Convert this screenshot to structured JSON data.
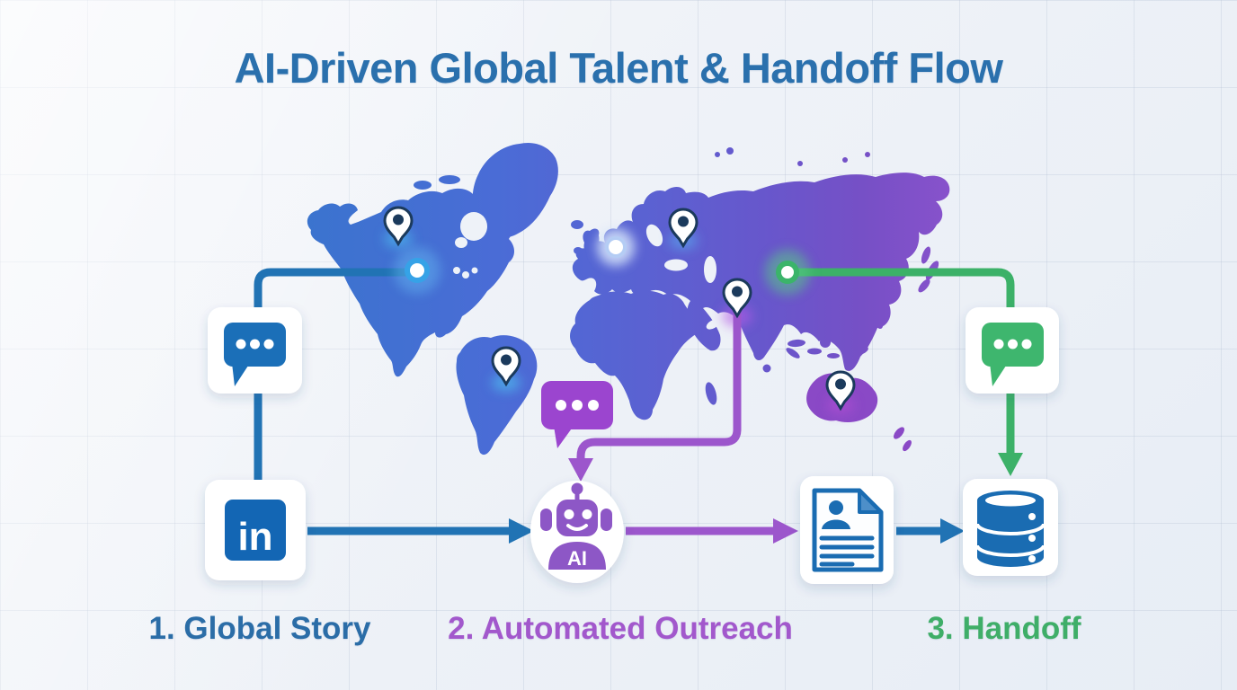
{
  "title": {
    "text": "AI-Driven Global Talent & Handoff Flow"
  },
  "steps": [
    {
      "label": "1. Global Story",
      "color": "#2b6da7"
    },
    {
      "label": "2. Automated Outreach",
      "color": "#a258cc"
    },
    {
      "label": "3. Handoff",
      "color": "#3fae68"
    }
  ],
  "nodes": {
    "linkedin": {
      "label": "in"
    },
    "ai_bot": {
      "label": "AI"
    }
  },
  "icons": {
    "source_chat": "chat-bubble-icon (blue)",
    "outreach_chat": "chat-bubble-icon (purple)",
    "handoff_chat": "chat-bubble-icon (green)",
    "linkedin": "linkedin-logo-icon",
    "ai_bot": "ai-robot-icon",
    "profile_doc": "resume-document-icon",
    "database": "database-cylinder-icon",
    "map_pins": "map-pin-icon x5 (north-america, russia, south-asia, south-america, australia)",
    "glow_points": "glow-point x3 (north-america blue, europe white, east-asia green)"
  },
  "colors": {
    "title_blue": "#2a70ad",
    "flow_blue": "#2173b4",
    "flow_purple": "#9c56cc",
    "flow_green": "#3cb168",
    "linkedin_blue": "#1366b4",
    "doc_blue": "#1a6cb2",
    "robot_purple": "#8d57c6",
    "map_west": "#3a74ce",
    "map_east": "#8a52cc",
    "background": "#eef1f6"
  }
}
